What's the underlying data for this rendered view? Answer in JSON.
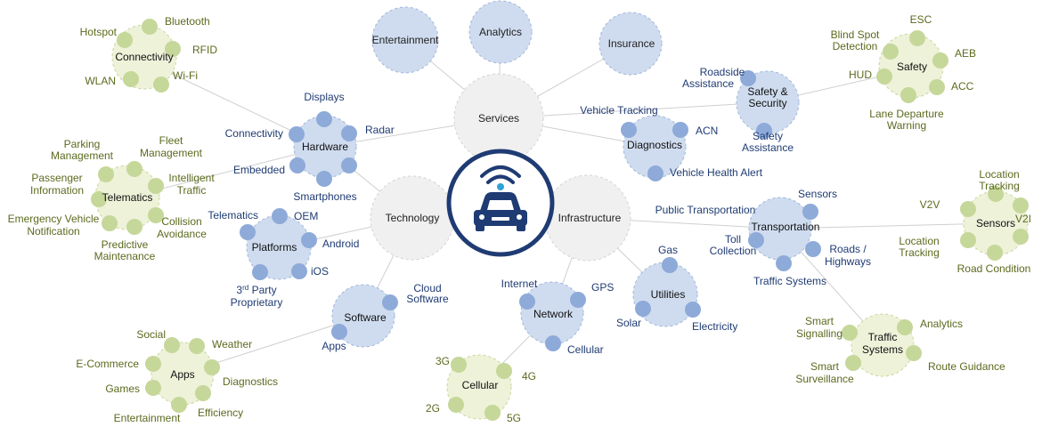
{
  "colors": {
    "blue_text": "#1f3b73",
    "green_text": "#5b6a1e",
    "blue_fill": "#cfdcef",
    "blue_dot": "#8eaad8",
    "green_fill": "#eef2d9",
    "green_dot": "#c6d79a",
    "grey_fill": "#f0f0f0",
    "center_ring": "#1f3b73",
    "line": "#cfcfcf"
  },
  "center": {
    "icon": "connected-car-icon"
  },
  "primary": {
    "services": "Services",
    "technology": "Technology",
    "infrastructure": "Infrastructure"
  },
  "top_circles": {
    "entertainment": "Entertainment",
    "analytics": "Analytics",
    "insurance": "Insurance"
  },
  "hardware": {
    "title": "Hardware",
    "displays": "Displays",
    "connectivity": "Connectivity",
    "radar": "Radar",
    "embedded": "Embedded",
    "smartphones": "Smartphones"
  },
  "platforms": {
    "title": "Platforms",
    "telematics": "Telematics",
    "oem": "OEM",
    "android": "Android",
    "ios": "iOS",
    "third_party_superscript": "rd",
    "third_party_line1_rest": " Party",
    "third_party_number": "3",
    "third_party_line2": "Proprietary"
  },
  "software": {
    "title": "Software",
    "cloud_line1": "Cloud",
    "cloud_line2": "Software",
    "apps": "Apps"
  },
  "apps": {
    "title": "Apps",
    "social": "Social",
    "weather": "Weather",
    "ecommerce": "E-Commerce",
    "diagnostics": "Diagnostics",
    "games": "Games",
    "entertainment": "Entertainment",
    "efficiency": "Efficiency"
  },
  "connectivity": {
    "title": "Connectivity",
    "hotspot": "Hotspot",
    "bluetooth": "Bluetooth",
    "rfid": "RFID",
    "wlan": "WLAN",
    "wifi": "Wi-Fi"
  },
  "telematics": {
    "title": "Telematics",
    "parking_line1": "Parking",
    "parking_line2": "Management",
    "fleet_line1": "Fleet",
    "fleet_line2": "Management",
    "passenger_line1": "Passenger",
    "passenger_line2": "Information",
    "intelligent_line1": "Intelligent",
    "intelligent_line2": "Traffic",
    "emergency_line1": "Emergency Vehicle",
    "emergency_line2": "Notification",
    "collision_line1": "Collision",
    "collision_line2": "Avoidance",
    "predictive_line1": "Predictive",
    "predictive_line2": "Maintenance"
  },
  "network": {
    "title": "Network",
    "internet": "Internet",
    "gps": "GPS",
    "cellular": "Cellular"
  },
  "cellular": {
    "title": "Cellular",
    "g3": "3G",
    "g4": "4G",
    "g2": "2G",
    "g5": "5G"
  },
  "utilities": {
    "title": "Utilities",
    "gas": "Gas",
    "solar": "Solar",
    "electricity": "Electricity"
  },
  "diagnostics": {
    "title": "Diagnostics",
    "vehicle_tracking": "Vehicle Tracking",
    "acn": "ACN",
    "health_alert": "Vehicle Health Alert"
  },
  "safety_security": {
    "title_line1": "Safety &",
    "title_line2": "Security",
    "roadside_line1": "Roadside",
    "roadside_line2": "Assistance",
    "safety_line1": "Safety",
    "safety_line2": "Assistance"
  },
  "safety": {
    "title": "Safety",
    "esc": "ESC",
    "blind_line1": "Blind Spot",
    "blind_line2": "Detection",
    "aeb": "AEB",
    "hud": "HUD",
    "acc": "ACC",
    "lane_line1": "Lane Departure",
    "lane_line2": "Warning"
  },
  "transportation": {
    "title": "Transportation",
    "sensors": "Sensors",
    "public_transport": "Public Transportation",
    "toll_line1": "Toll",
    "toll_line2": "Collection",
    "roads_line1": "Roads /",
    "roads_line2": "Highways",
    "traffic_systems": "Traffic Systems"
  },
  "sensors": {
    "title": "Sensors",
    "location_tracking_1_line1": "Location",
    "location_tracking_1_line2": "Tracking",
    "v2v": "V2V",
    "v2i": "V2I",
    "location_tracking_2_line1": "Location",
    "location_tracking_2_line2": "Tracking",
    "road_condition": "Road Condition"
  },
  "traffic_systems": {
    "title_line1": "Traffic",
    "title_line2": "Systems",
    "smart_signalling_line1": "Smart",
    "smart_signalling_line2": "Signalling",
    "analytics": "Analytics",
    "smart_surveillance_line1": "Smart",
    "smart_surveillance_line2": "Surveillance",
    "route_guidance": "Route Guidance"
  }
}
